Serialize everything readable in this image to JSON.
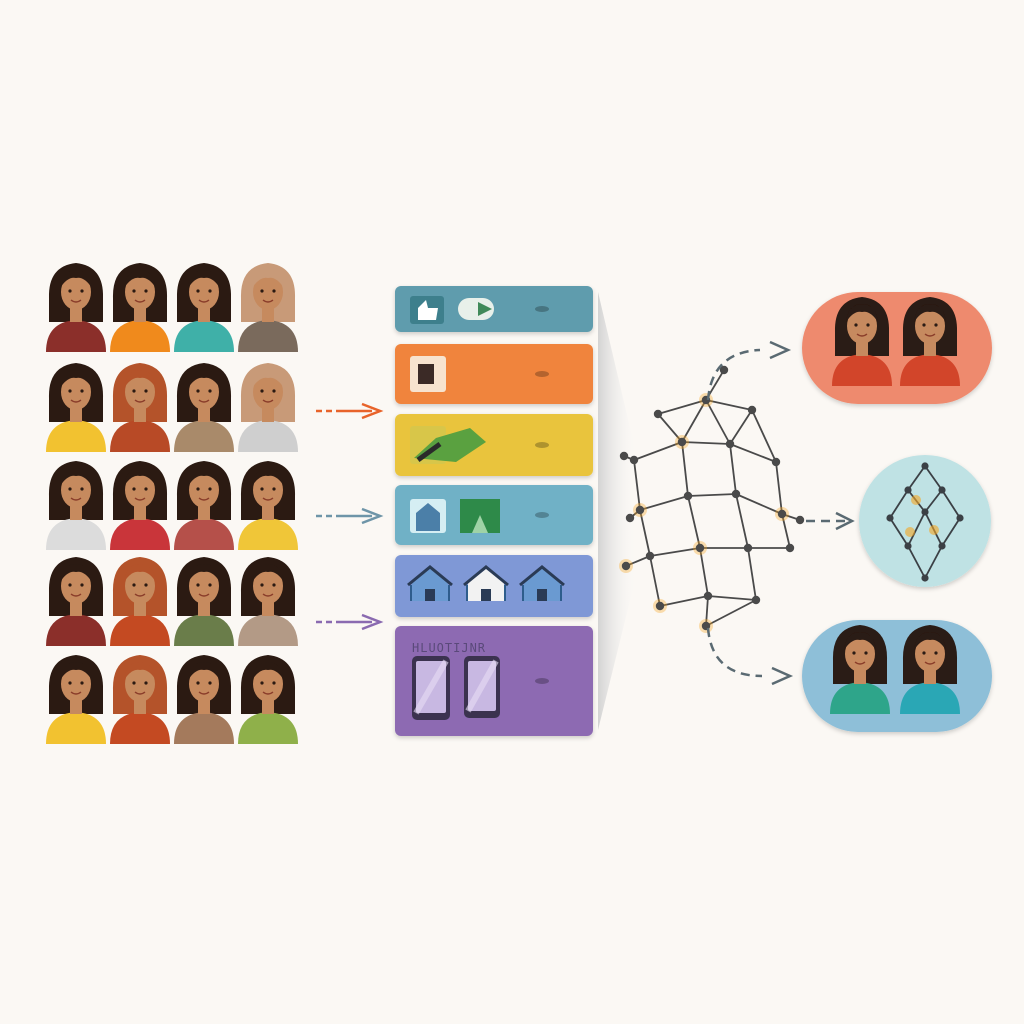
{
  "people_grid": {
    "rows": [
      [
        "#8b2f2a",
        "#f08a1c",
        "#3fb0a8",
        "#7a6a5c"
      ],
      [
        "#f2c230",
        "#b84a26",
        "#a98a6a",
        "#cfcfcf"
      ],
      [
        "#dcdcdc",
        "#c9353a",
        "#b5504a",
        "#f0c638"
      ],
      [
        "#8b2f2a",
        "#c44a22",
        "#6a7d4a",
        "#b39a86"
      ],
      [
        "#f2c230",
        "#c44a22",
        "#a47a5c",
        "#8fb04a"
      ]
    ],
    "hair_colors": [
      "#2b1a12",
      "#2b1a12",
      "#2b1a12",
      "#c89a78"
    ],
    "skin": "#c68a5e"
  },
  "arrows": [
    {
      "color": "#e8632a"
    },
    {
      "color": "#6e95a8"
    },
    {
      "color": "#8a6ab0"
    }
  ],
  "panels": [
    {
      "color": "#5f9cad",
      "icon": "thumbs-up-icon"
    },
    {
      "color": "#f0843c",
      "icon": "moon-icon"
    },
    {
      "color": "#e9c43e",
      "icon": "leaf-icon"
    },
    {
      "color": "#6fb1c6",
      "icon": "building-icon"
    },
    {
      "color": "#7f98d6",
      "icon": "house-icon"
    },
    {
      "color": "#8d6bb2",
      "icon": "phone-icon",
      "label": "HLUOTIJNR"
    }
  ],
  "network": {
    "node_color": "#4a4a4a",
    "edge_color": "#4a4a4a",
    "glow_color": "#f5a623"
  },
  "outputs": [
    {
      "shape": "pill",
      "color": "#ee8a6e",
      "shirt": "#d2452a"
    },
    {
      "shape": "circle",
      "color": "#bfe2e4"
    },
    {
      "shape": "pill",
      "color": "#8ebfd8",
      "shirt": "#2fa58a",
      "shirt2": "#2ca7b5"
    }
  ]
}
